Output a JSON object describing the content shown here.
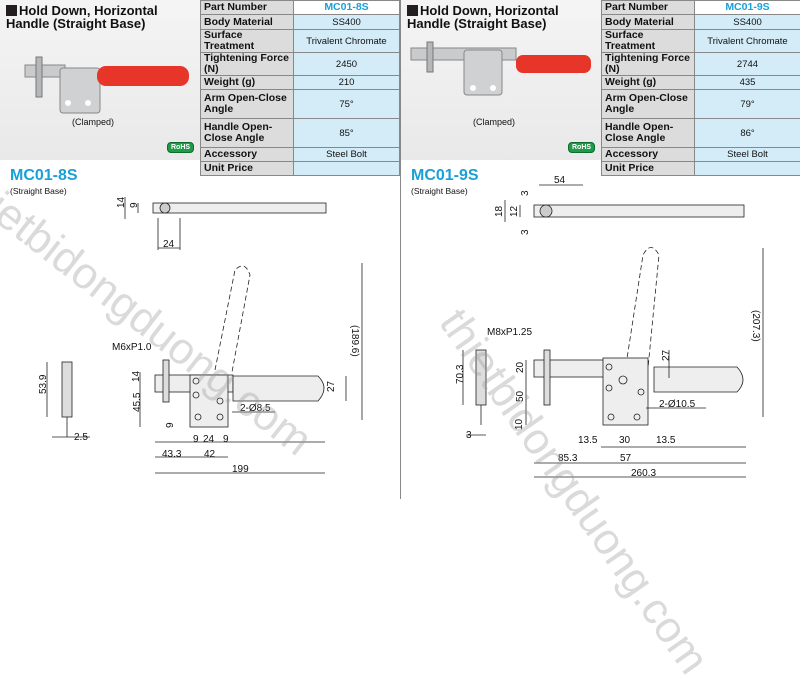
{
  "products": [
    {
      "title": "Hold Down, Horizontal Handle (Straight Base)",
      "caption": "(Clamped)",
      "rohs": "RoHS",
      "specs": [
        [
          "Part Number",
          "MC01-8S"
        ],
        [
          "Body Material",
          "SS400"
        ],
        [
          "Surface Treatment",
          "Trivalent Chromate"
        ],
        [
          "Tightening Force (N)",
          "2450"
        ],
        [
          "Weight (g)",
          "210"
        ],
        [
          "Arm Open-Close Angle",
          "75°"
        ],
        [
          "Handle Open-Close Angle",
          "85°"
        ],
        [
          "Accessory",
          "Steel Bolt"
        ],
        [
          "Unit Price",
          ""
        ]
      ],
      "drawing": {
        "title": "MC01-8S",
        "subtitle": "(Straight Base)",
        "thread": "M6xP1.0",
        "holes": "2-Ø8.5",
        "dims": {
          "top_h": "14",
          "top_w": "9",
          "top_offset": "24",
          "height": "(189.6)",
          "handle": "27",
          "arm_h": "14",
          "base_h": "45.5",
          "base_low": "9",
          "b1": "9",
          "b2": "24",
          "b3": "9",
          "left": "43.3",
          "base_w": "42",
          "total": "199",
          "bolt_len": "53.9",
          "bolt_d": "2.5"
        }
      }
    },
    {
      "title": "Hold Down, Horizontal Handle (Straight Base)",
      "caption": "(Clamped)",
      "rohs": "RoHS",
      "specs": [
        [
          "Part Number",
          "MC01-9S"
        ],
        [
          "Body Material",
          "SS400"
        ],
        [
          "Surface Treatment",
          "Trivalent Chromate"
        ],
        [
          "Tightening Force (N)",
          "2744"
        ],
        [
          "Weight (g)",
          "435"
        ],
        [
          "Arm Open-Close Angle",
          "79°"
        ],
        [
          "Handle Open-Close Angle",
          "86°"
        ],
        [
          "Accessory",
          "Steel Bolt"
        ],
        [
          "Unit Price",
          ""
        ]
      ],
      "drawing": {
        "title": "MC01-9S",
        "subtitle": "(Straight Base)",
        "thread": "M8xP1.25",
        "holes": "2-Ø10.5",
        "dims": {
          "top_offset": "54",
          "t1": "3",
          "top_h": "18",
          "top_w": "12",
          "t2": "3",
          "height": "(207.3)",
          "handle": "27",
          "arm_h": "20",
          "base_h": "50",
          "base_low": "10",
          "b1": "13.5",
          "b2": "30",
          "b3": "13.5",
          "left": "85.3",
          "base_w": "57",
          "total": "260.3",
          "bolt_len": "70.3",
          "bolt_d": "3"
        }
      }
    }
  ],
  "watermark": "thietbidongduong.com",
  "colors": {
    "accent": "#1aa0d8",
    "handle": "#e8352a",
    "rohs": "#1f9a48"
  }
}
